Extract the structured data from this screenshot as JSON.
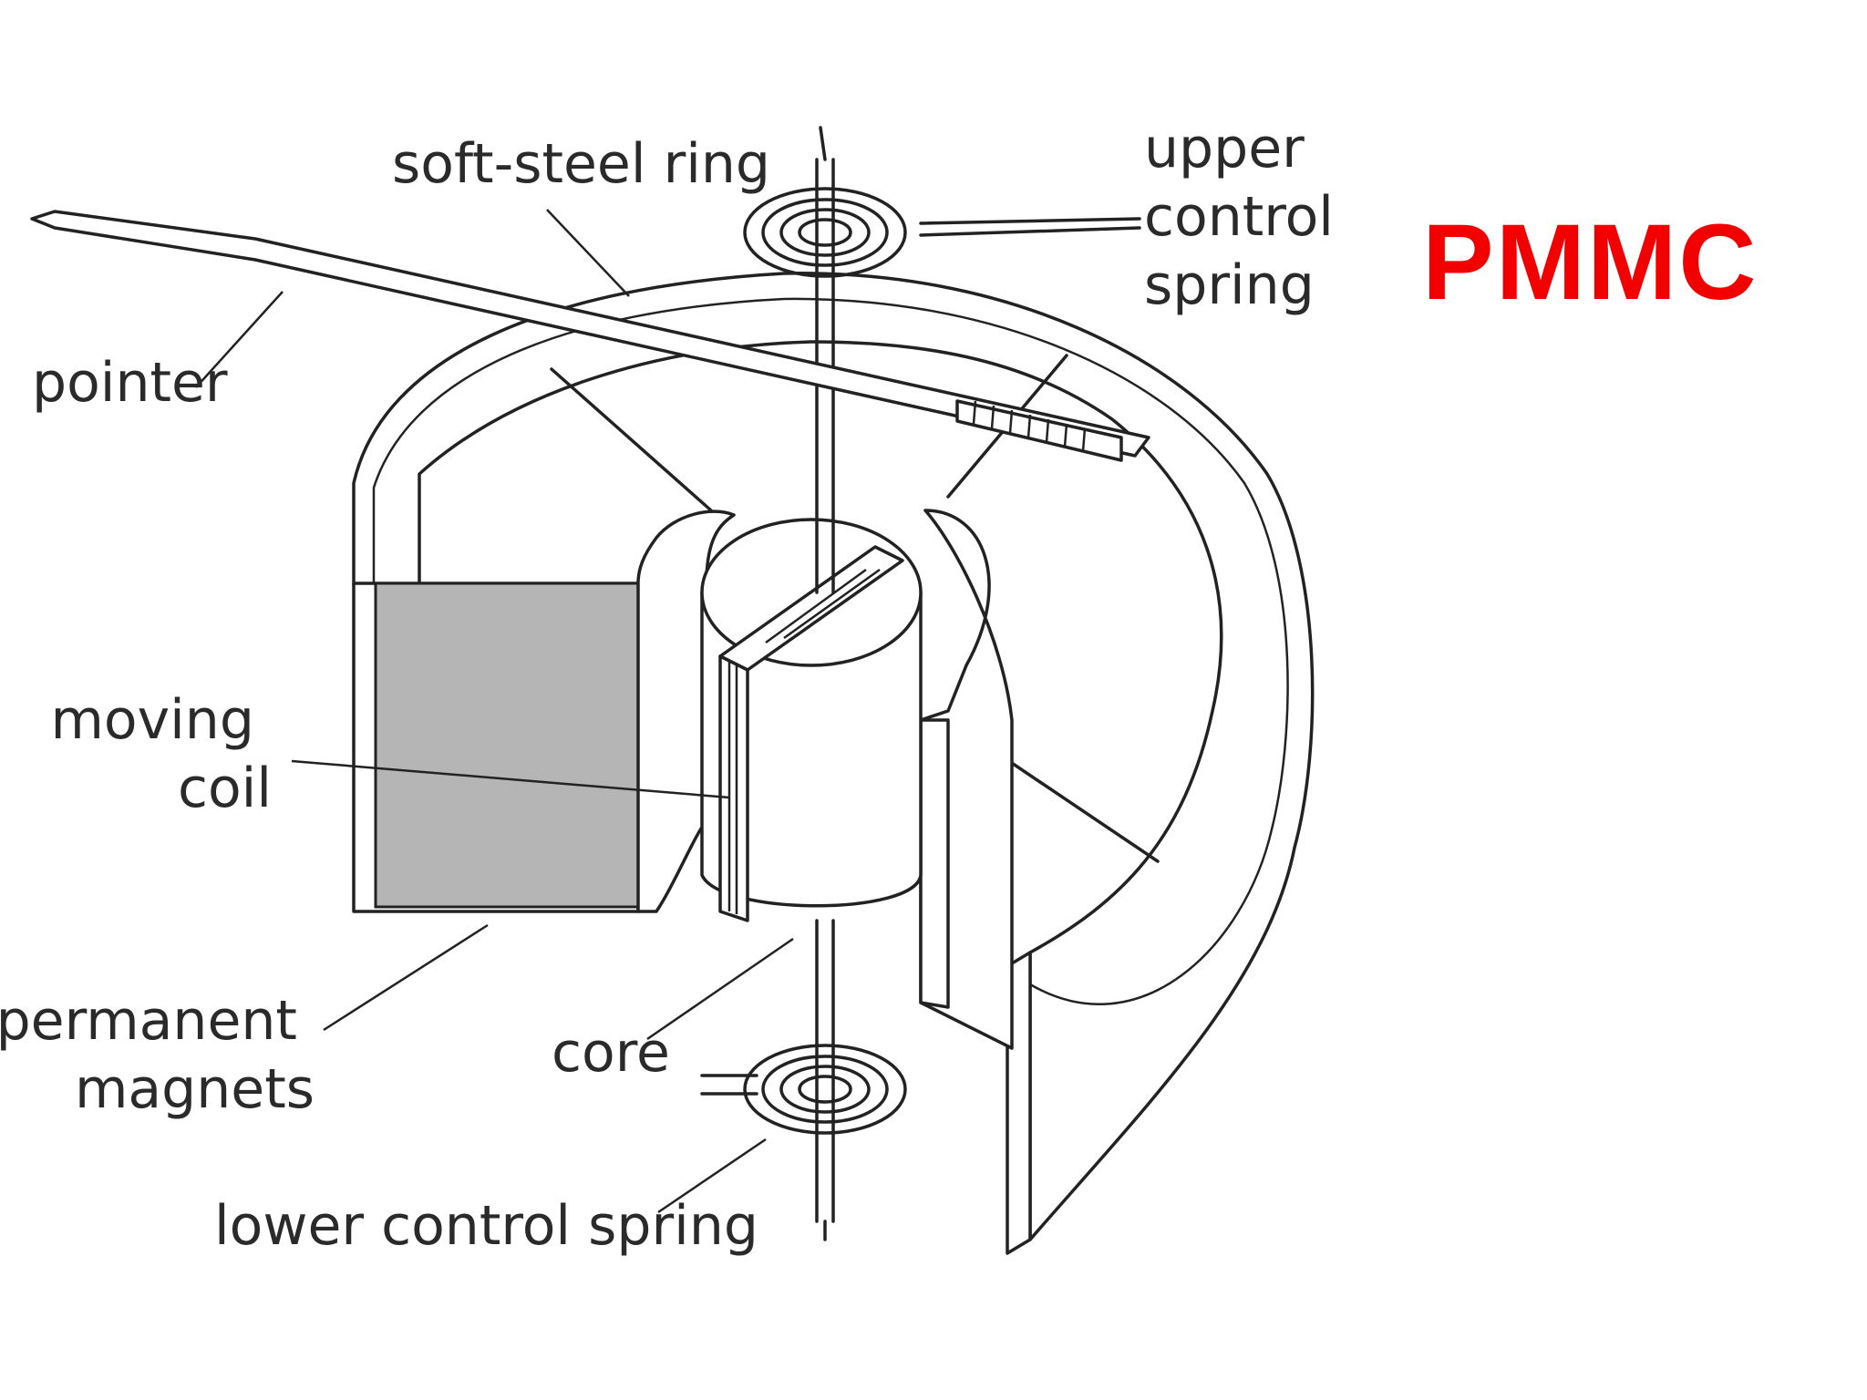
{
  "title": "PMMC",
  "labels": {
    "soft_steel_ring": "soft-steel ring",
    "upper_control_spring": [
      "upper",
      "control",
      "spring"
    ],
    "pointer": "pointer",
    "moving_coil": [
      "moving",
      "coil"
    ],
    "permanent_magnets": [
      "permanent",
      "magnets"
    ],
    "core": "core",
    "lower_control_spring": "lower control spring"
  },
  "colors": {
    "title": "#f20000",
    "magnet_fill": "#b5b5b5",
    "line": "#222222"
  }
}
